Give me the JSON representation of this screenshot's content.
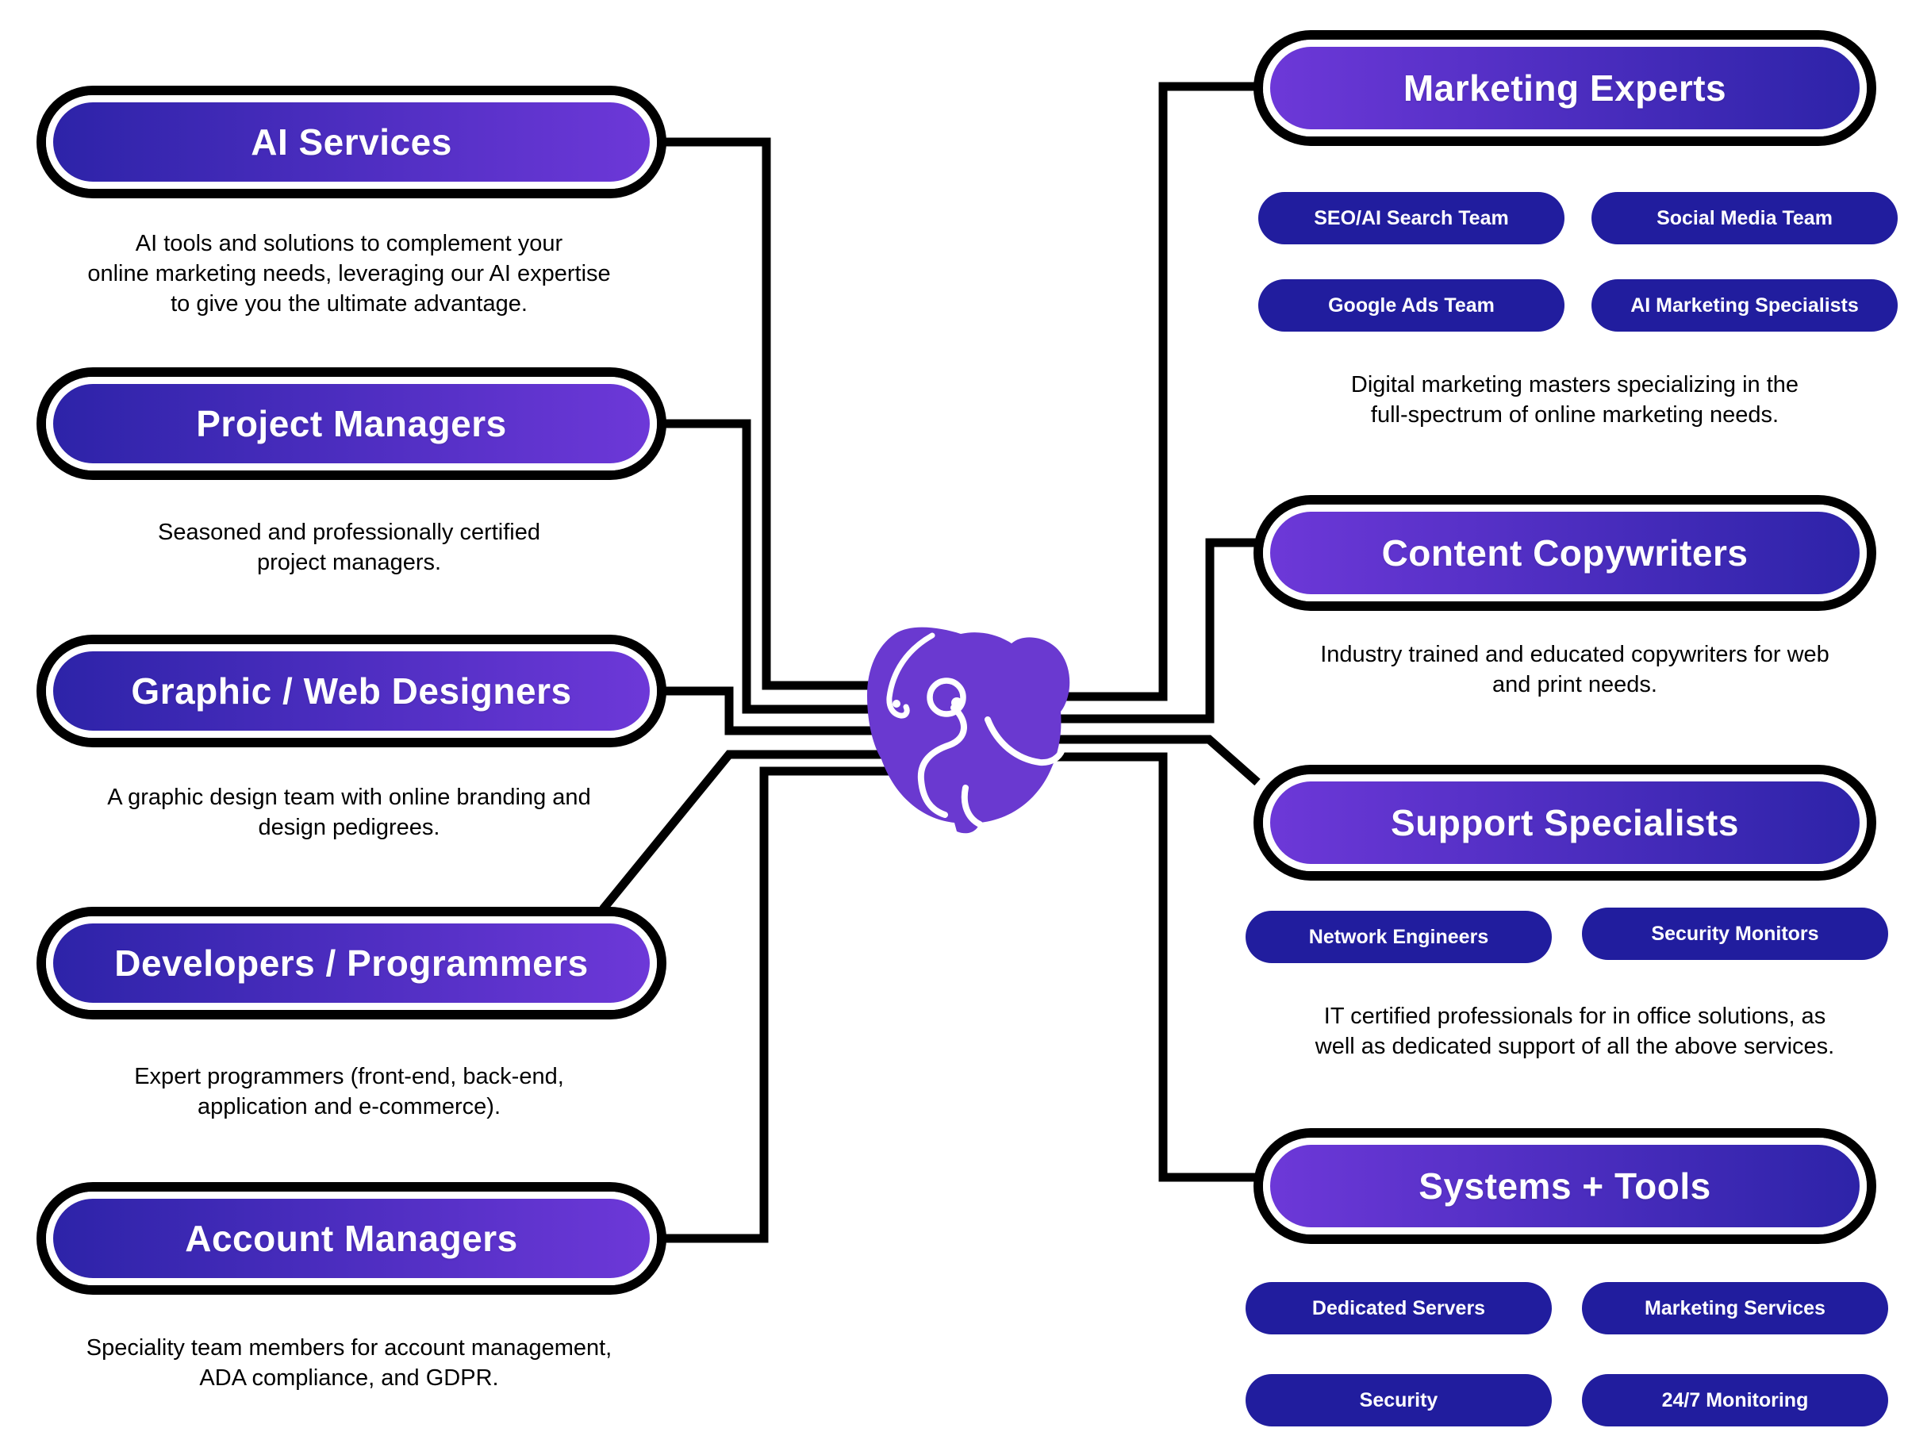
{
  "colors": {
    "grad-dark": "#2d23a8",
    "grad-purple": "#6d38d8",
    "tag-blue": "#211d9e",
    "elephant": "#6a39d0",
    "line": "#000000",
    "ink": "#000000",
    "pill-text": "#ffffff"
  },
  "center": {
    "logo": "elephant-head-logo"
  },
  "left_sections": [
    {
      "title": "AI Services",
      "description": "AI tools and solutions to complement your\nonline marketing needs, leveraging our AI expertise\nto give you the ultimate advantage."
    },
    {
      "title": "Project Managers",
      "description": "Seasoned and professionally certified\nproject managers."
    },
    {
      "title": "Graphic / Web Designers",
      "description": "A graphic design team with online branding and\ndesign pedigrees."
    },
    {
      "title": "Developers / Programmers",
      "description": "Expert programmers (front-end, back-end,\napplication and e-commerce)."
    },
    {
      "title": "Account Managers",
      "description": "Speciality team members for account management,\nADA compliance, and GDPR."
    }
  ],
  "right_sections": [
    {
      "title": "Marketing Experts",
      "tags": [
        "SEO/AI Search Team",
        "Social Media Team",
        "Google Ads Team",
        "AI Marketing Specialists"
      ],
      "description": "Digital marketing masters specializing in the\nfull-spectrum of online marketing needs."
    },
    {
      "title": "Content Copywriters",
      "tags": [],
      "description": "Industry trained and educated copywriters for web\nand print needs."
    },
    {
      "title": "Support Specialists",
      "tags": [
        "Network Engineers",
        "Security Monitors"
      ],
      "description": "IT certified professionals for in office solutions, as\nwell as dedicated support of all the above services."
    },
    {
      "title": "Systems + Tools",
      "tags": [
        "Dedicated Servers",
        "Marketing Services",
        "Security",
        "24/7 Monitoring"
      ],
      "description": ""
    }
  ]
}
